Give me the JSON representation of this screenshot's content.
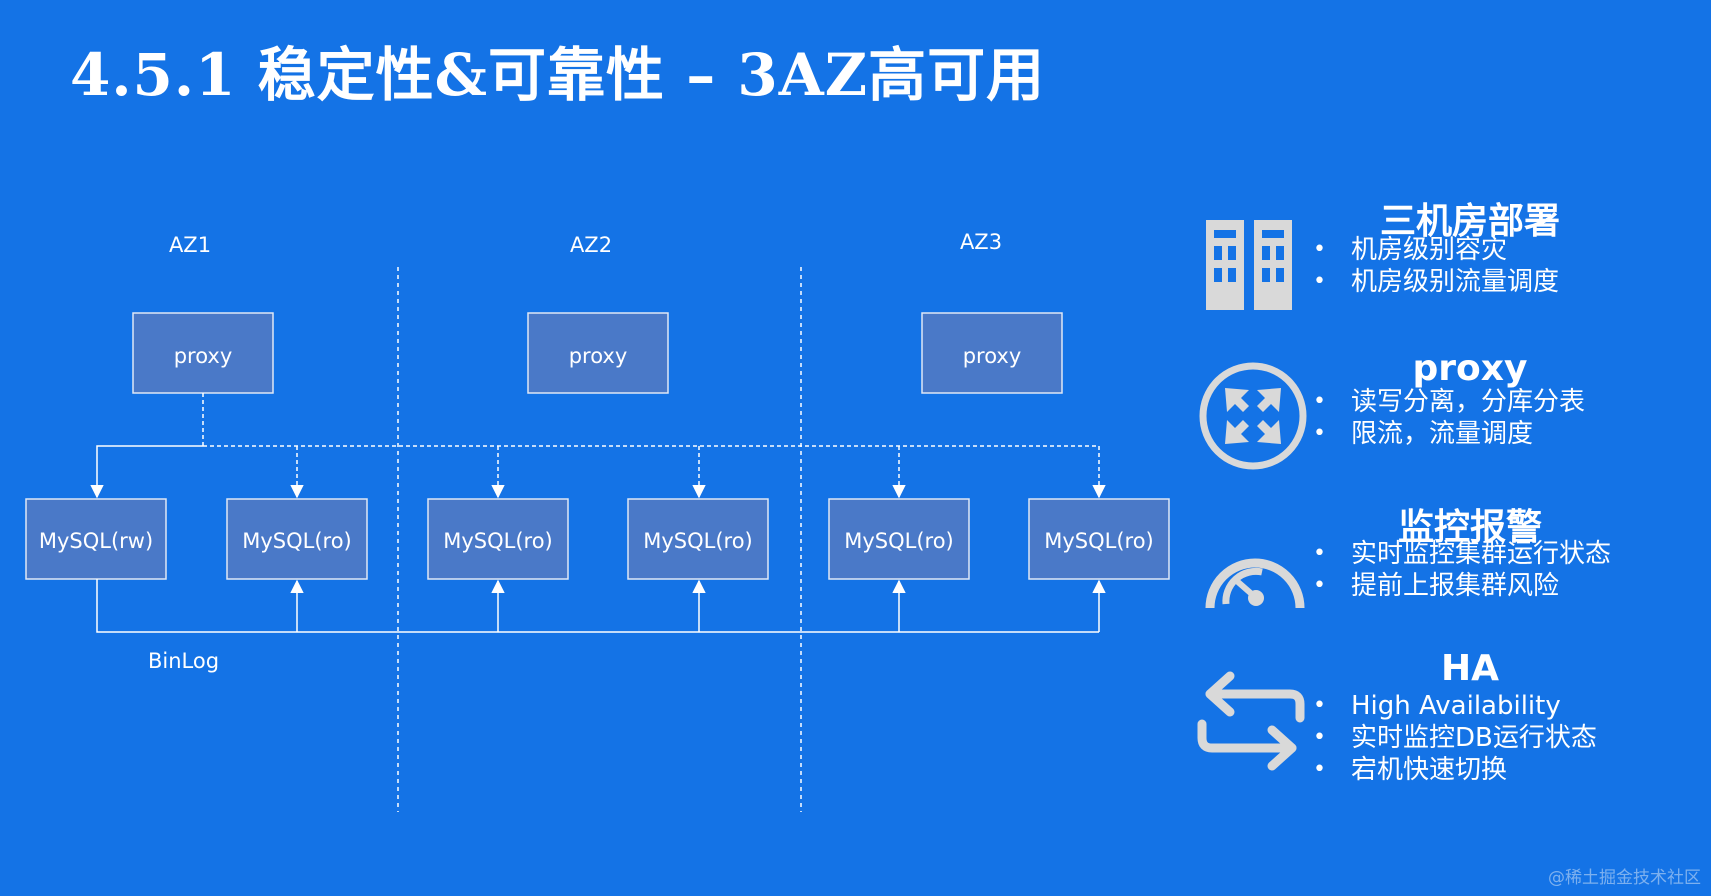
{
  "title": "4.5.1 稳定性&可靠性 – 3AZ高可用",
  "diagram": {
    "zones": [
      {
        "label": "AZ1",
        "proxy": "proxy"
      },
      {
        "label": "AZ2",
        "proxy": "proxy"
      },
      {
        "label": "AZ3",
        "proxy": "proxy"
      }
    ],
    "mysql_nodes": [
      "MySQL(rw)",
      "MySQL(ro)",
      "MySQL(ro)",
      "MySQL(ro)",
      "MySQL(ro)",
      "MySQL(ro)"
    ],
    "binlog_label": "BinLog"
  },
  "features": [
    {
      "icon": "building-icon",
      "heading": "三机房部署",
      "bullets": [
        "机房级别容灾",
        "机房级别流量调度"
      ]
    },
    {
      "icon": "expand-arrows-icon",
      "heading": "proxy",
      "bullets": [
        "读写分离，分库分表",
        "限流，流量调度"
      ]
    },
    {
      "icon": "speedometer-icon",
      "heading": "监控报警",
      "bullets": [
        "实时监控集群运行状态",
        "提前上报集群风险"
      ]
    },
    {
      "icon": "switch-arrows-icon",
      "heading": "HA",
      "bullets": [
        "High Availability",
        "实时监控DB运行状态",
        "宕机快速切换"
      ]
    }
  ],
  "colors": {
    "background": "#1473e6",
    "box_fill": "#4a79c8",
    "line": "#ffffff",
    "icon": "#d9d9d9"
  },
  "watermark": "@稀土掘金技术社区"
}
